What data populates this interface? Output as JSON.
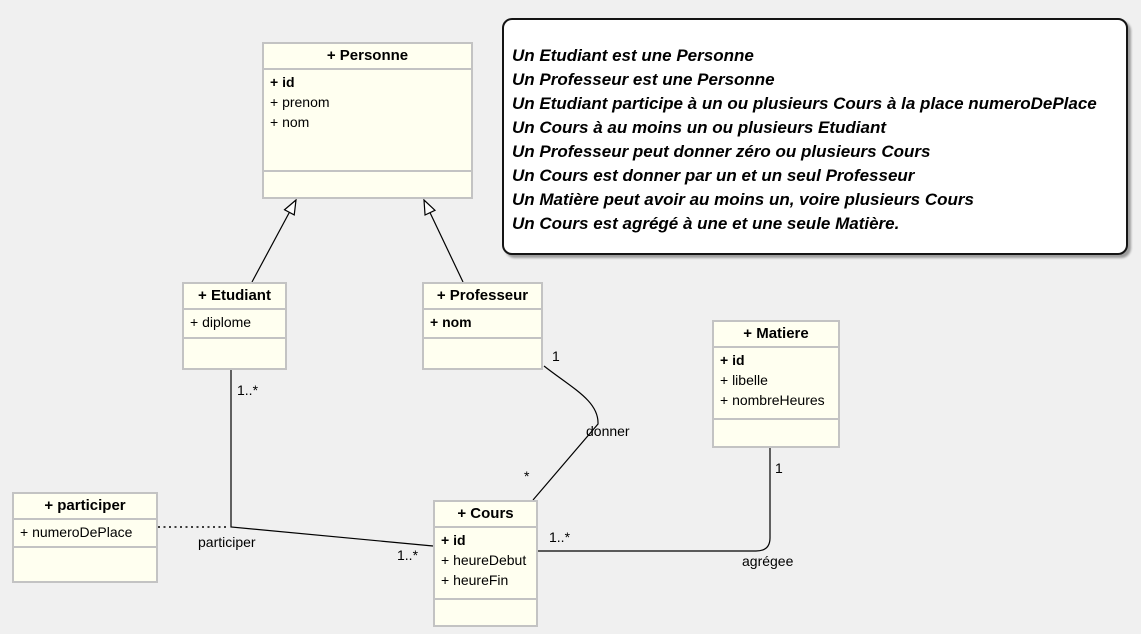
{
  "colors": {
    "canvas_bg": "#f0f0f0",
    "class_fill": "#fffff0",
    "class_border": "#c3c3c3",
    "note_fill": "#ffffff",
    "line_color": "#000000"
  },
  "note": {
    "lines": [
      "Un Etudiant est une Personne",
      "Un Professeur est une Personne",
      "Un Etudiant participe à un ou plusieurs Cours à la place numeroDePlace",
      "Un Cours à au moins un ou plusieurs Etudiant",
      "Un Professeur peut donner zéro ou plusieurs Cours",
      "Un Cours est donner par un et un seul Professeur",
      "Un Matière peut avoir au moins un, voire plusieurs Cours",
      "Un Cours est agrégé à une et une seule Matière."
    ]
  },
  "classes": {
    "personne": {
      "name": "+ Personne",
      "attributes": [
        {
          "text": "+ id"
        },
        {
          "text": "+ prenom"
        },
        {
          "text": "+ nom"
        }
      ]
    },
    "etudiant": {
      "name": "+ Etudiant",
      "attributes": [
        {
          "text": "+ diplome"
        }
      ]
    },
    "professeur": {
      "name": "+ Professeur",
      "attributes": [
        {
          "text": "+ nom"
        }
      ]
    },
    "matiere": {
      "name": "+ Matiere",
      "attributes": [
        {
          "text": "+ id"
        },
        {
          "text": "+ libelle"
        },
        {
          "text": "+ nombreHeures"
        }
      ]
    },
    "cours": {
      "name": "+ Cours",
      "attributes": [
        {
          "text": "+ id"
        },
        {
          "text": "+ heureDebut"
        },
        {
          "text": "+ heureFin"
        }
      ]
    },
    "participer": {
      "name": "+ participer",
      "attributes": [
        {
          "text": "+ numeroDePlace"
        }
      ]
    }
  },
  "associations": {
    "participer": {
      "name": "participer",
      "mult_etudiant_end": "1..*",
      "mult_cours_end": "1..*"
    },
    "donner": {
      "name": "donner",
      "mult_professeur_end": "1",
      "mult_cours_end": "*"
    },
    "agregee": {
      "name": "agrégee",
      "mult_matiere_end": "1",
      "mult_cours_end": "1..*"
    }
  }
}
